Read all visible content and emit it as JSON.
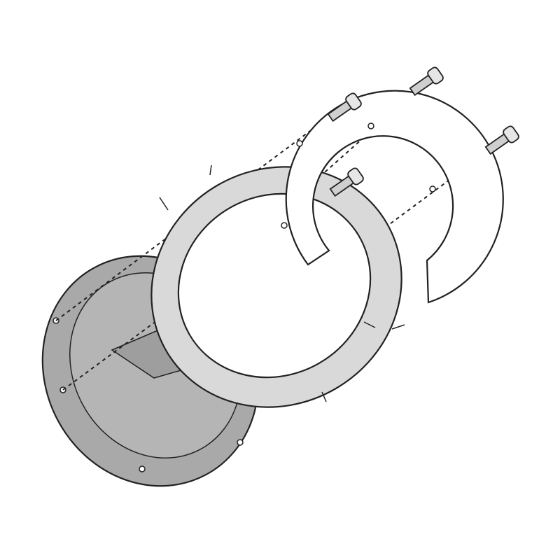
{
  "diagram": {
    "colors": {
      "background": "#ffffff",
      "cap_plate": "#a9a9a9",
      "cap_plate_inner": "#b8b8b8",
      "ring": "#d9d9d9",
      "bracket": "#ffffff",
      "outline": "#222222",
      "bolt": "#cfcfcf"
    },
    "parts": [
      {
        "id": "cap-plate",
        "kind": "disc"
      },
      {
        "id": "tank-ring",
        "kind": "ring"
      },
      {
        "id": "adapter-bracket",
        "kind": "horseshoe"
      },
      {
        "id": "bolt",
        "count": 4
      }
    ]
  }
}
